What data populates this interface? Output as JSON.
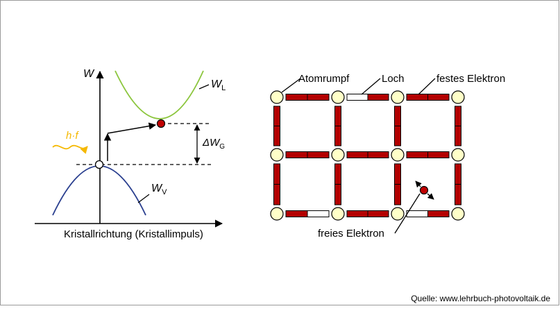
{
  "band_diagram": {
    "axis_w": "W",
    "conduction_band": {
      "symbol": "W",
      "subscript": "L"
    },
    "valence_band": {
      "symbol": "W",
      "subscript": "V"
    },
    "gap": {
      "delta": "ΔW",
      "subscript": "G"
    },
    "photon": "h·f",
    "xaxis_label": "Kristallrichtung  (Kristallimpuls)"
  },
  "lattice": {
    "labels": {
      "atomrumpf": "Atomrumpf",
      "loch": "Loch",
      "festes_elektron": "festes Elektron",
      "freies_elektron": "freies Elektron"
    }
  },
  "source": "Quelle: www.lehrbuch-photovoltaik.de",
  "colors": {
    "conduction_curve": "#8cc63e",
    "valence_curve": "#2a3f8f",
    "electron": "#c00000",
    "bond": "#b30000",
    "atom_fill": "#ffffc8",
    "photon": "#f5b800"
  }
}
